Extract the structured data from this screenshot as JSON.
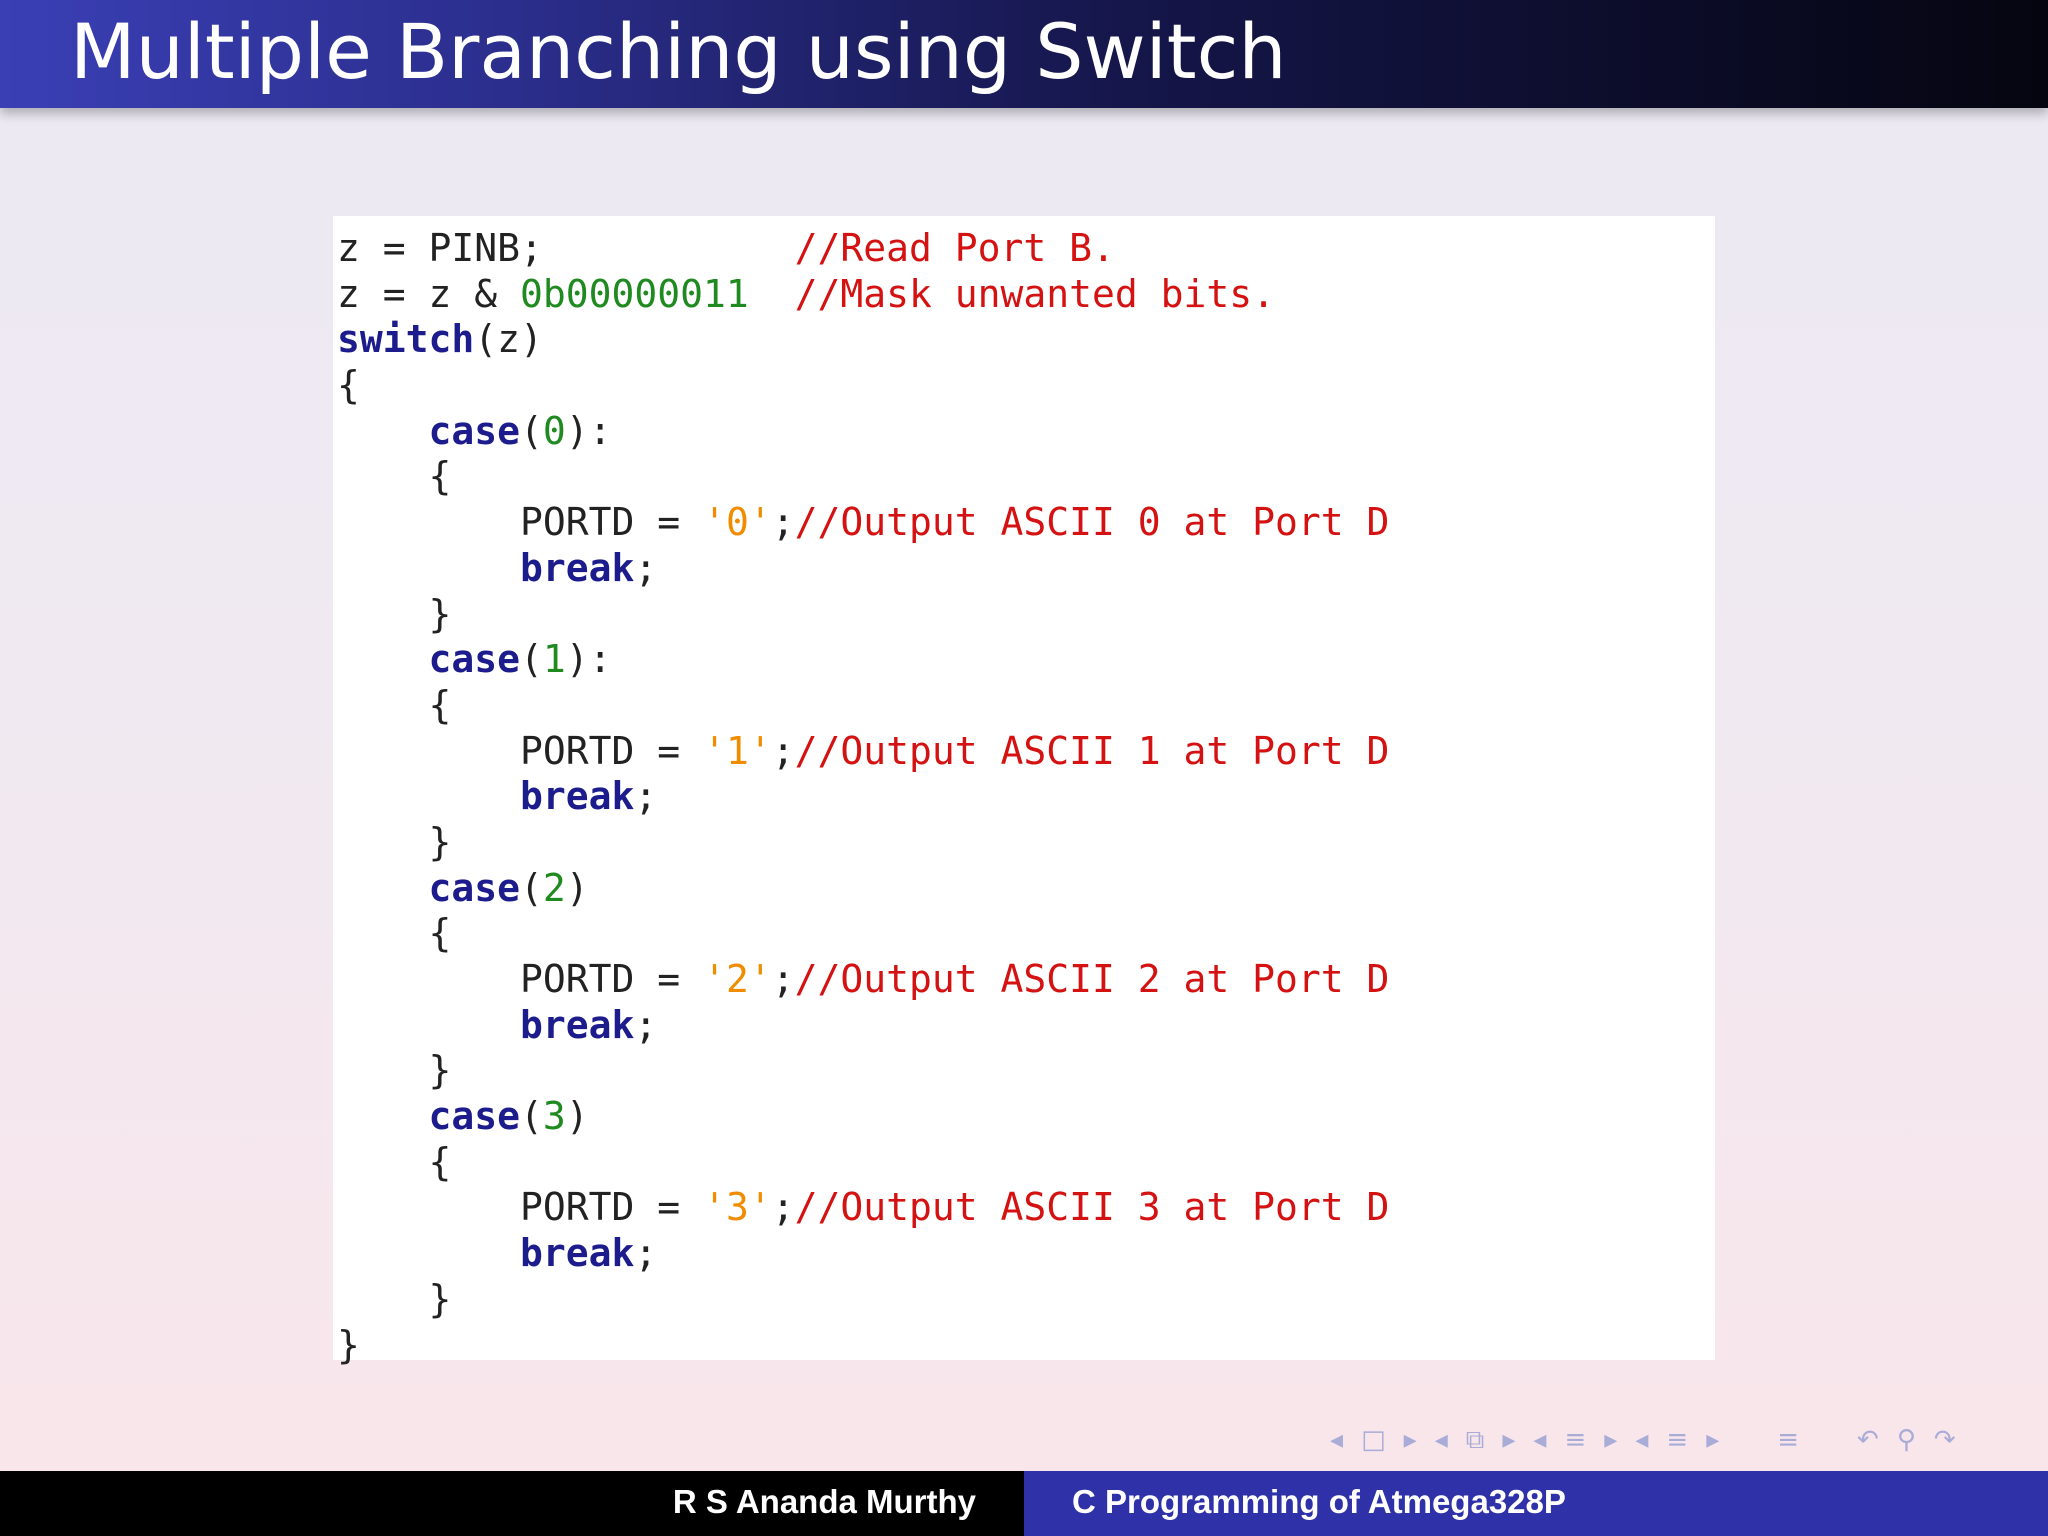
{
  "slide": {
    "title": "Multiple Branching using Switch"
  },
  "code": {
    "l1": {
      "a": "z = PINB;",
      "b": "           ",
      "c": "//Read Port B."
    },
    "l2": {
      "a": "z = z & ",
      "n": "0b00000011",
      "b": "  ",
      "c": "//Mask unwanted bits."
    },
    "l3": {
      "kw": "switch",
      "a": "(z)"
    },
    "l4": {
      "a": "{"
    },
    "cases": [
      {
        "label_kw": "case",
        "open": "(",
        "num": "0",
        "close": "):",
        "brace_open": "{",
        "stmt": "PORTD = ",
        "str": "'0'",
        "semi": ";",
        "cmt": "//Output ASCII 0 at Port D",
        "brk": "break",
        "brk_semi": ";",
        "brace_close": "}"
      },
      {
        "label_kw": "case",
        "open": "(",
        "num": "1",
        "close": "):",
        "brace_open": "{",
        "stmt": "PORTD = ",
        "str": "'1'",
        "semi": ";",
        "cmt": "//Output ASCII 1 at Port D",
        "brk": "break",
        "brk_semi": ";",
        "brace_close": "}"
      },
      {
        "label_kw": "case",
        "open": "(",
        "num": "2",
        "close": ")",
        "brace_open": "{",
        "stmt": "PORTD = ",
        "str": "'2'",
        "semi": ";",
        "cmt": "//Output ASCII 2 at Port D",
        "brk": "break",
        "brk_semi": ";",
        "brace_close": "}"
      },
      {
        "label_kw": "case",
        "open": "(",
        "num": "3",
        "close": ")",
        "brace_open": "{",
        "stmt": "PORTD = ",
        "str": "'3'",
        "semi": ";",
        "cmt": "//Output ASCII 3 at Port D",
        "brk": "break",
        "brk_semi": ";",
        "brace_close": "}"
      }
    ],
    "last": {
      "a": "}"
    }
  },
  "nav": {
    "icons": [
      "nav-prev-frame-icon",
      "nav-frame-icon",
      "nav-next-frame-icon",
      "nav-prev-slide-icon",
      "nav-slide-icon",
      "nav-next-slide-icon",
      "nav-prev-section-icon",
      "nav-section-icon",
      "nav-next-section-icon",
      "nav-prev-subsection-icon",
      "nav-subsection-icon",
      "nav-next-subsection-icon",
      "nav-outline-icon",
      "nav-undo-icon",
      "nav-search-icon",
      "nav-redo-icon"
    ]
  },
  "footer": {
    "author": "R S Ananda Murthy",
    "course": "C Programming of Atmega328P"
  },
  "colors": {
    "keyword": "#1c1c8c",
    "number": "#1f8a1f",
    "string": "#f08c00",
    "comment": "#d41212",
    "footer_right": "#2e31a8"
  }
}
